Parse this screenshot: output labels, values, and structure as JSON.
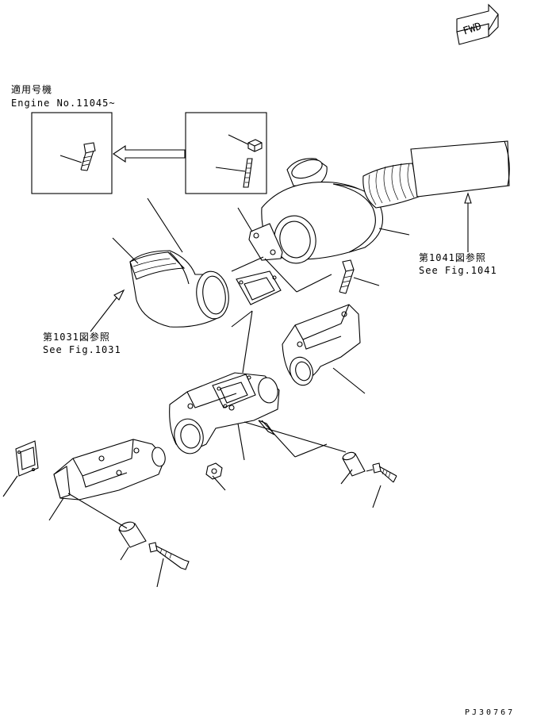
{
  "applicability": {
    "label_jp": "適用号機",
    "label_en": "Engine No.11045~"
  },
  "references": {
    "fig1041_jp": "第1041図参照",
    "fig1041_en": "See Fig.1041",
    "fig1031_jp": "第1031図参照",
    "fig1031_en": "See Fig.1031"
  },
  "direction": {
    "label": "FWD"
  },
  "drawing_code": "PJ30767"
}
